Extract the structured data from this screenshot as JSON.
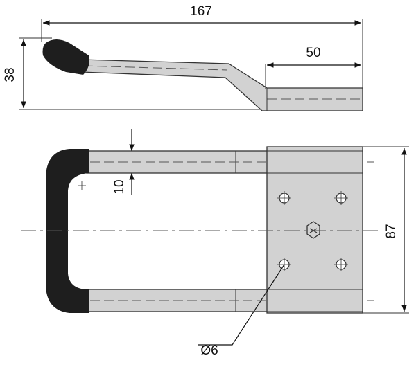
{
  "drawing": {
    "dimensions": {
      "overall_length": "167",
      "side_height": "38",
      "plate_length": "50",
      "rod_thickness": "10",
      "plate_width": "87",
      "hole_diameter": "Ø6"
    },
    "colors": {
      "grip": "#1e1e1e",
      "metal": "#d2d2d2",
      "line": "#222222"
    }
  }
}
